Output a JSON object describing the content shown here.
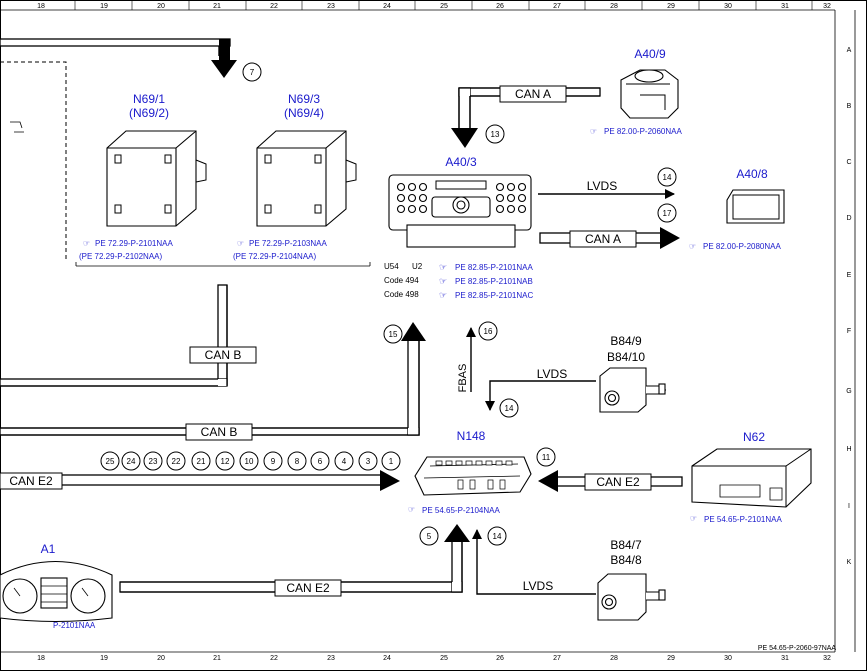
{
  "ruler": {
    "columns": [
      "18",
      "19",
      "20",
      "21",
      "22",
      "23",
      "24",
      "25",
      "26",
      "27",
      "28",
      "29",
      "30",
      "31",
      "32"
    ],
    "rows": [
      "A",
      "B",
      "C",
      "D",
      "E",
      "F",
      "G",
      "H",
      "I",
      "K"
    ]
  },
  "components": {
    "n69_1": {
      "name": "N69/1",
      "alt": "(N69/2)",
      "ref1": "PE 72.29-P-2101NAA",
      "ref2": "(PE 72.29-P-2102NAA)"
    },
    "n69_3": {
      "name": "N69/3",
      "alt": "(N69/4)",
      "ref1": "PE 72.29-P-2103NAA",
      "ref2": "(PE 72.29-P-2104NAA)"
    },
    "a40_9": {
      "name": "A40/9",
      "ref": "PE 82.00-P-2060NAA"
    },
    "a40_3": {
      "name": "A40/3",
      "variants": [
        {
          "code": "U54",
          "sub": "U2",
          "ref": "PE 82.85-P-2101NAA"
        },
        {
          "code": "Code 494",
          "sub": "",
          "ref": "PE 82.85-P-2101NAB"
        },
        {
          "code": "Code 498",
          "sub": "",
          "ref": "PE 82.85-P-2101NAC"
        }
      ]
    },
    "a40_8": {
      "name": "A40/8",
      "ref": "PE 82.00-P-2080NAA"
    },
    "b84_9": {
      "name": "B84/9",
      "alt": "B84/10"
    },
    "n148": {
      "name": "N148",
      "ref": "PE 54.65-P-2104NAA"
    },
    "n62": {
      "name": "N62",
      "ref": "PE 54.65-P-2101NAA"
    },
    "b84_7": {
      "name": "B84/7",
      "alt": "B84/8"
    },
    "a1": {
      "name": "A1",
      "ref": "P-2101NAA"
    }
  },
  "wires": {
    "can_a_top": "CAN A",
    "can_a_lower": "CAN A",
    "lvds_a40_8": "LVDS",
    "can_b_vertical": "CAN B",
    "can_b_horizontal": "CAN B",
    "fbas": "FBAS",
    "lvds_b84_9": "LVDS",
    "can_e2_left": "CAN E2",
    "can_e2_n62": "CAN E2",
    "can_e2_a1": "CAN E2",
    "lvds_b84_7": "LVDS"
  },
  "markers": {
    "m7": "7",
    "m13": "13",
    "m14a": "14",
    "m17": "17",
    "m15": "15",
    "m16": "16",
    "m14b": "14",
    "m11": "11",
    "m5": "5",
    "m14c": "14"
  },
  "connector_row": [
    "25",
    "24",
    "23",
    "22",
    "21",
    "12",
    "10",
    "9",
    "8",
    "6",
    "4",
    "3",
    "1"
  ],
  "footer_ref": "PE 54.65-P-2060-97NAA"
}
